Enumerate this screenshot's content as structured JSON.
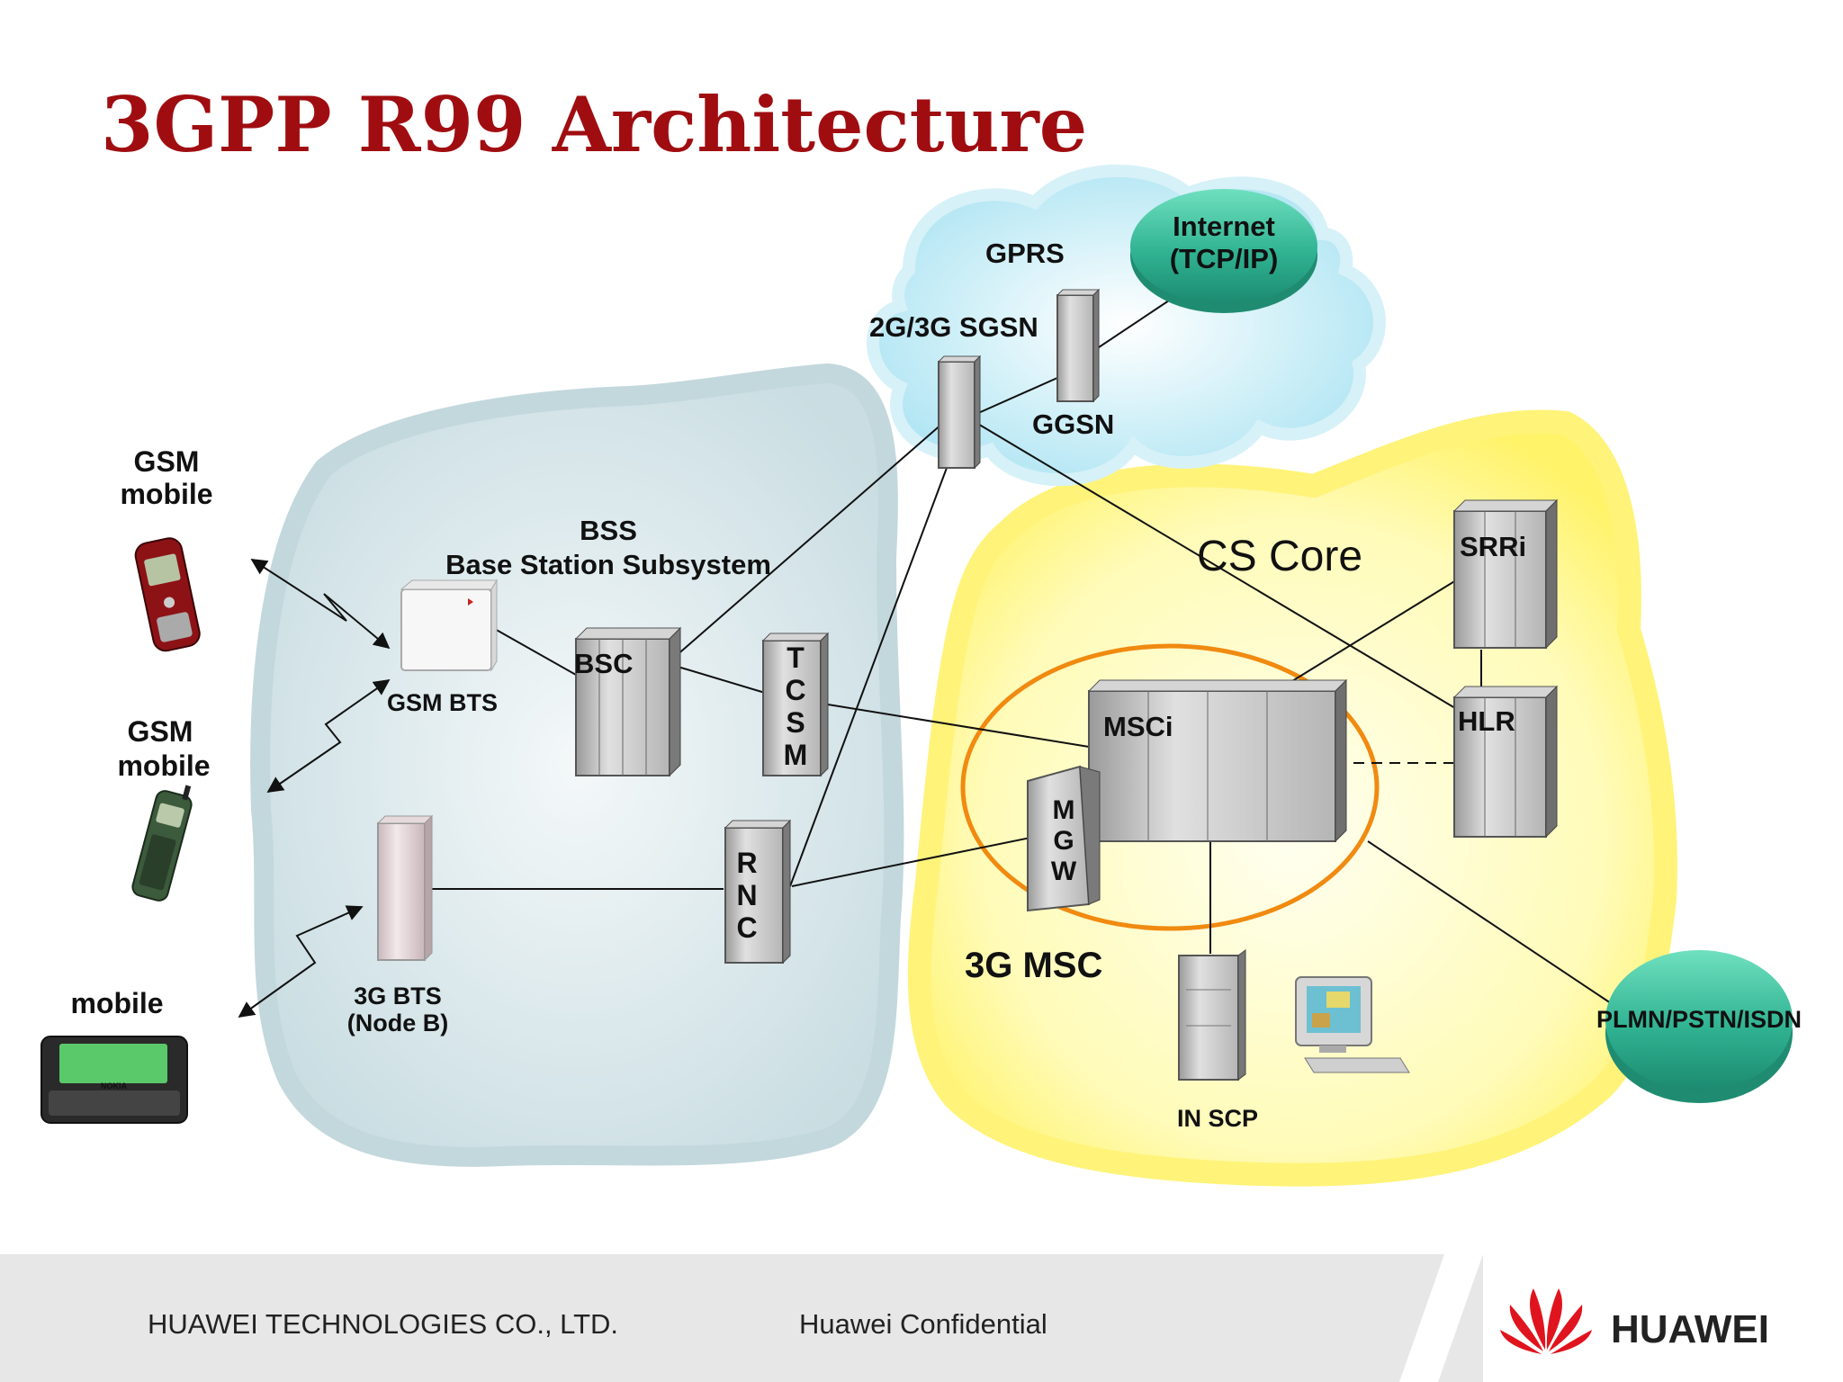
{
  "slide": {
    "title": "3GPP R99 Architecture"
  },
  "regions": {
    "gprs": "GPRS",
    "bss_line1": "BSS",
    "bss_line2": "Base Station Subsystem",
    "cs_core": "CS Core",
    "msc_3g": "3G MSC"
  },
  "nodes": {
    "internet_line1": "Internet",
    "internet_line2": "(TCP/IP)",
    "sgsn": "2G/3G SGSN",
    "ggsn": "GGSN",
    "srri": "SRRi",
    "hlr": "HLR",
    "msci": "MSCi",
    "bsc": "BSC",
    "tcsm": [
      "T",
      "C",
      "S",
      "M"
    ],
    "rnc": [
      "R",
      "N",
      "C"
    ],
    "mgw": [
      "M",
      "G",
      "W"
    ],
    "gsm_bts": "GSM BTS",
    "bts3g_line1": "3G BTS",
    "bts3g_line2": "(Node B)",
    "in_scp": "IN SCP",
    "pstn": "PLMN/PSTN/ISDN"
  },
  "mobiles": {
    "gsm1_line1": "GSM",
    "gsm1_line2": "mobile",
    "gsm2_line1": "GSM",
    "gsm2_line2": "mobile",
    "mobile3": "mobile",
    "phone_brand": "NOKIA"
  },
  "footer": {
    "company": "HUAWEI TECHNOLOGIES CO., LTD.",
    "confidential": "Huawei Confidential",
    "logo_text": "HUAWEI"
  },
  "colors": {
    "title": "#a00d10",
    "msc_ring": "#f08a10",
    "cs_core_zone": "#fff69a",
    "bss_zone": "#d5e6ea",
    "gprs_cloud": "#bfe9f4",
    "ellipse_green": "#2fb595",
    "logo_red": "#e0141e"
  }
}
